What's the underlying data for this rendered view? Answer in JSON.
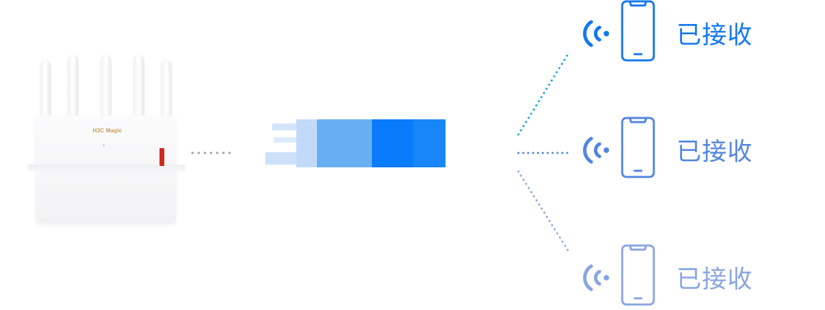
{
  "router": {
    "logo_text": "H3C Magic",
    "color_accent": "#d0281f"
  },
  "receivers": [
    {
      "status": "已接收",
      "color": "#1478f0"
    },
    {
      "status": "已接收",
      "color": "#5486de"
    },
    {
      "status": "已接收",
      "color": "#8aa6e0"
    }
  ],
  "icons": {
    "router": "router-icon",
    "wifi": "wifi-signal-icon",
    "phone": "smartphone-icon"
  },
  "colors": {
    "dots_left": "#a8a8a8",
    "block_light": "#bcd7f7",
    "block_mid": "#6aaef2",
    "block_dark": "#0a7bfa",
    "fan_top": "#1aa7df",
    "fan_mid": "#4f86d6",
    "fan_bottom": "#8fa9db"
  }
}
